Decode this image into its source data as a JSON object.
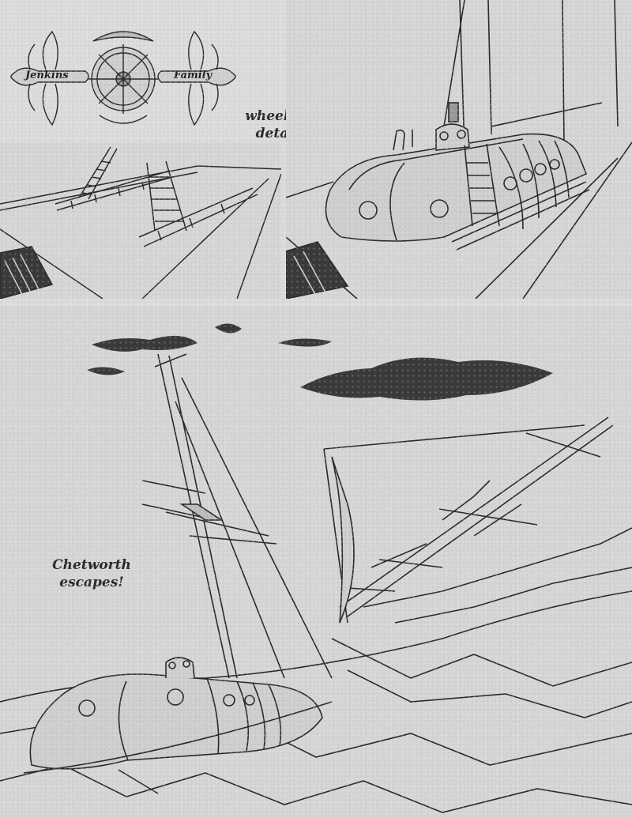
{
  "logo": {
    "left_word": "Jenkins",
    "right_word": "Family",
    "icon": "ship-wheel-emblem"
  },
  "captions": {
    "top": [
      "wheelhouse",
      "detaches"
    ],
    "bottom": [
      "Chetworth",
      "escapes!"
    ]
  },
  "colors": {
    "paper": "#dcdcdc",
    "ink": "#2a2a2a"
  }
}
